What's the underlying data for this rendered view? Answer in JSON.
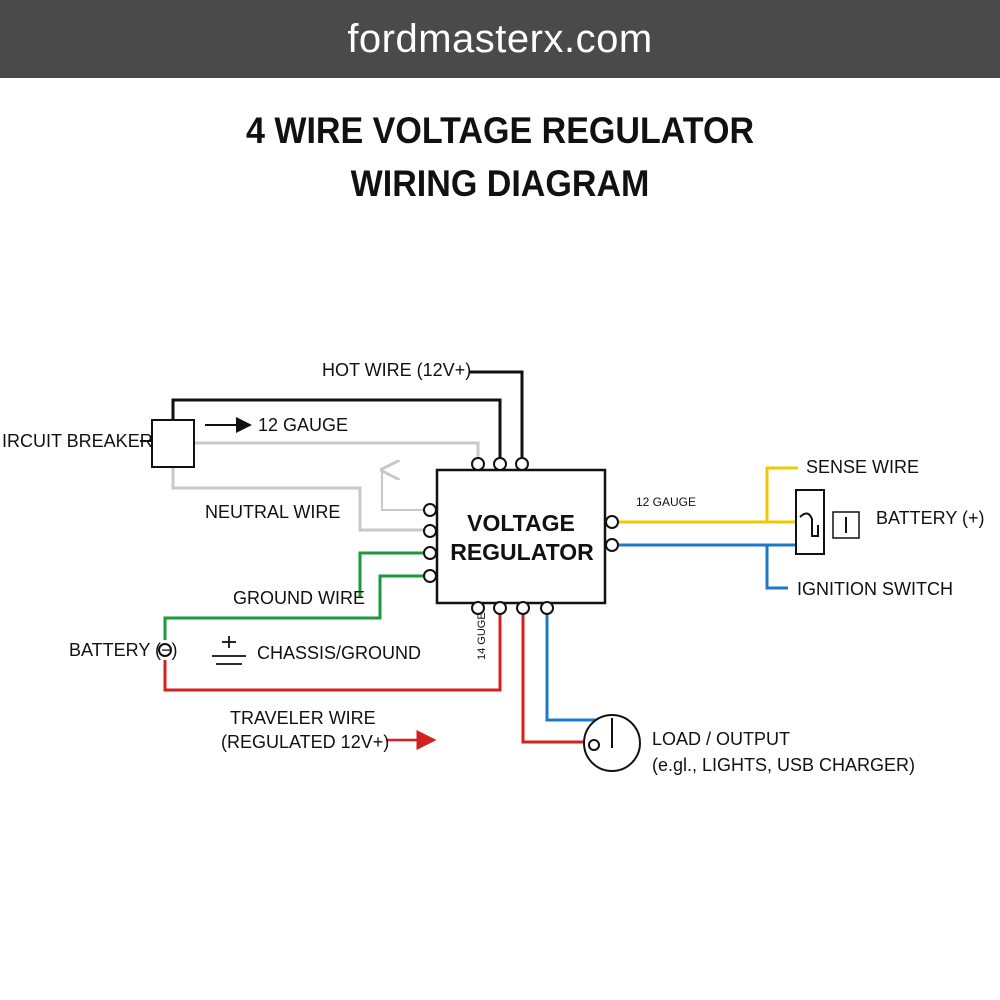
{
  "site": {
    "banner": "fordmasterx.com"
  },
  "title": {
    "line1": "4 WIRE VOLTAGE REGULATOR",
    "line2": "WIRING DIAGRAM"
  },
  "colors": {
    "banner_bg": "#4a4a4a",
    "hot": "#111111",
    "neutral": "#c8c8c8",
    "ground": "#1a9a3a",
    "traveler": "#d42020",
    "sense": "#f0c800",
    "ignition": "#1e78c8",
    "load": "#1e78c8"
  },
  "diagram": {
    "regulator": {
      "line1": "VOLTAGE",
      "line2": "REGULATOR"
    },
    "labels": {
      "hot_wire": "HOT WIRE (12V+)",
      "circuit_breaker": "IRCUIT BREAKER",
      "gauge_12_left": "12 GAUGE",
      "neutral_wire": "NEUTRAL WIRE",
      "ground_wire": "GROUND WIRE",
      "battery_neg": "BATTERY (−)",
      "chassis_ground": "CHASSIS/GROUND",
      "traveler_line1": "TRAVELER WIRE",
      "traveler_line2": "(REGULATED 12V+)",
      "gauge_14": "14 GUGE",
      "gauge_12_right": "12 GAUGE",
      "sense_wire": "SENSE WIRE",
      "battery_pos": "BATTERY (+)",
      "ignition_switch": "IGNITION SWITCH",
      "load_line1": "LOAD / OUTPUT",
      "load_line2": "(e.gl., LIGHTS, USB CHARGER)"
    }
  }
}
